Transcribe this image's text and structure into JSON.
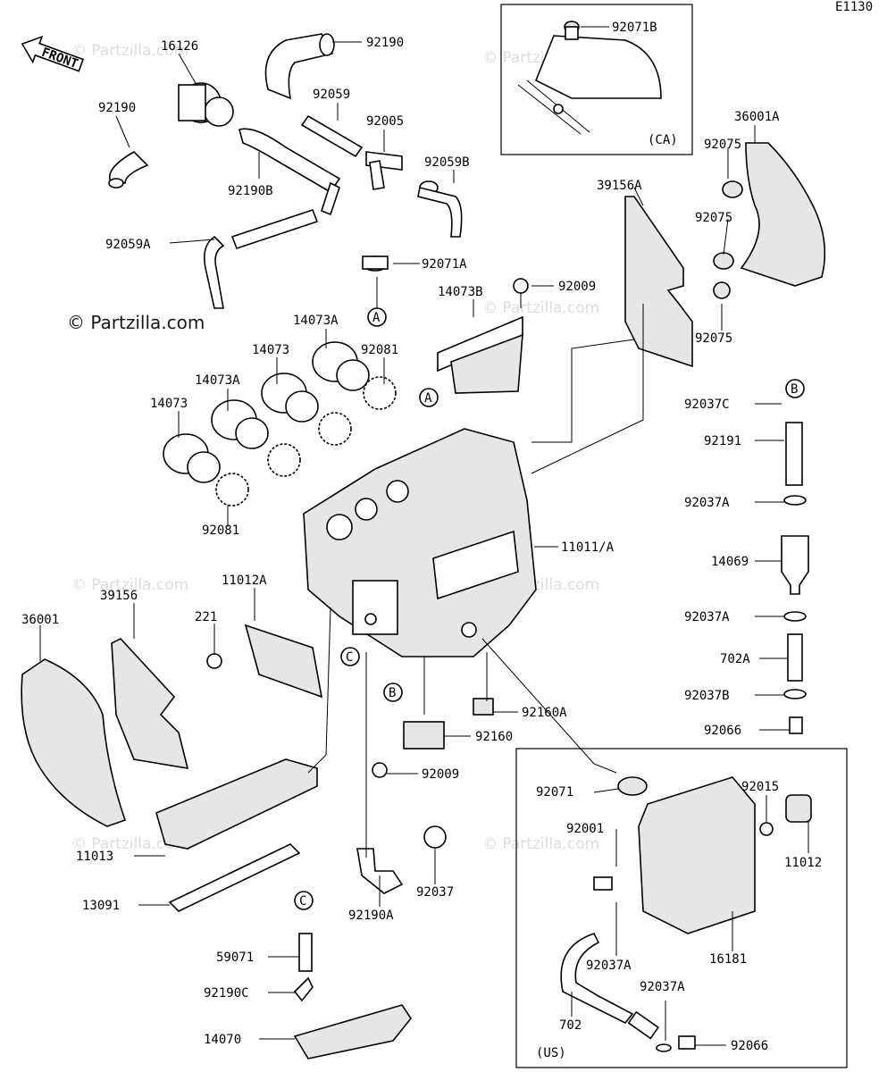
{
  "diagram_code": "E1130",
  "front_label": "FRONT",
  "watermark": "© Partzilla.com",
  "box_ca_label": "(CA)",
  "box_us_label": "(US)",
  "callout_letters": [
    "A",
    "A",
    "B",
    "C",
    "B",
    "C"
  ],
  "parts": [
    "92190",
    "16126",
    "92190",
    "92059",
    "92005",
    "92059B",
    "92190B",
    "92059A",
    "92071A",
    "92071B",
    "36001A",
    "92075",
    "92075",
    "92075",
    "39156A",
    "92009",
    "14073B",
    "14073A",
    "92081",
    "14073",
    "14073A",
    "14073",
    "92081",
    "11011/A",
    "92037C",
    "92191",
    "92037A",
    "14069",
    "92037A",
    "702A",
    "92037B",
    "92066",
    "11012A",
    "39156",
    "36001",
    "221",
    "92160A",
    "92160",
    "92009",
    "11013",
    "13091",
    "92190A",
    "92037",
    "59071",
    "92190C",
    "14070",
    "92071",
    "92015",
    "92001",
    "11012",
    "92037A",
    "16181",
    "92037A",
    "702",
    "92066"
  ]
}
